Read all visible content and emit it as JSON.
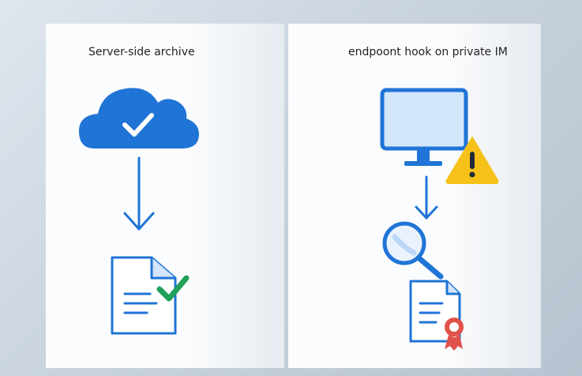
{
  "panels": [
    {
      "id": "left",
      "title": "Server-side archive"
    },
    {
      "id": "right",
      "title": "endpoont hook on private IM"
    }
  ],
  "colors": {
    "primary_blue": "#1f74d6",
    "light_blue": "#d4e6fb",
    "check_green": "#22a05a",
    "warning_yellow": "#f6c21a",
    "seal_red": "#e0524b"
  },
  "icons": {
    "left": [
      "cloud-check-icon",
      "arrow-down-icon",
      "document-check-icon"
    ],
    "right": [
      "monitor-icon",
      "warning-icon",
      "arrow-down-icon",
      "magnifier-icon",
      "certificate-document-icon"
    ]
  }
}
